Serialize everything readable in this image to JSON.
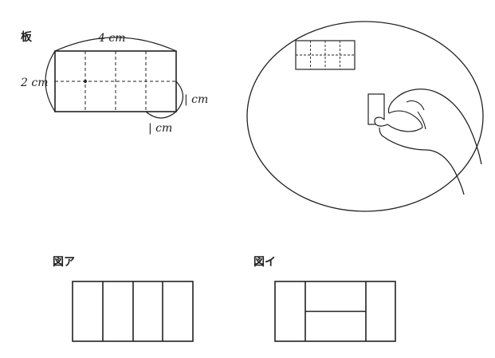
{
  "board_label": "板",
  "dimensions": {
    "width": "4 cm",
    "height": "2 cm",
    "cell_height": "| cm",
    "cell_width": "| cm"
  },
  "figure_a_label": "図ア",
  "figure_i_label": "図イ"
}
